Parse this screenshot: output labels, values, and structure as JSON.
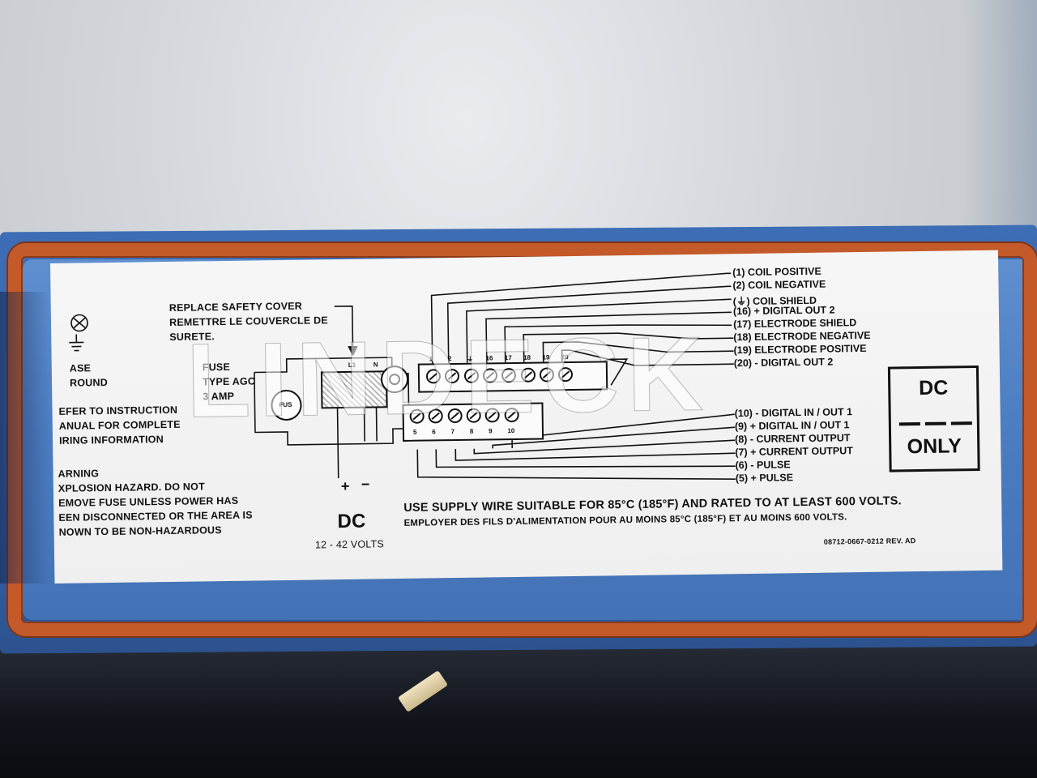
{
  "left_text": {
    "chassis_line1": "ASE",
    "chassis_line2": "ROUND",
    "refer_line1": "EFER TO INSTRUCTION",
    "refer_line2": "ANUAL FOR COMPLETE",
    "refer_line3": "IRING INFORMATION",
    "warning_line1": "ARNING",
    "warning_line2": "XPLOSION HAZARD.  DO NOT",
    "warning_line3": "EMOVE FUSE UNLESS POWER HAS",
    "warning_line4": "EEN DISCONNECTED OR THE AREA IS",
    "warning_line5": "NOWN TO BE NON-HAZARDOUS"
  },
  "safety_cover": {
    "line1": "REPLACE SAFETY COVER",
    "line2": "REMETTRE LE COUVERCLE DE",
    "line3": "SURETE."
  },
  "fuse": {
    "line1": "FUSE",
    "line2": "TYPE AGC",
    "line3": "3 AMP",
    "symbol_label": "FUS"
  },
  "power_terminal": {
    "l1_label": "L1",
    "n_label": "N",
    "plus": "+",
    "minus": "−",
    "dc_label": "DC",
    "voltage": "12 - 42 VOLTS"
  },
  "top_terminals": [
    "1",
    "2",
    "⏚",
    "16",
    "17",
    "18",
    "19",
    "20"
  ],
  "bottom_terminals": [
    "5",
    "6",
    "7",
    "8",
    "9",
    "10"
  ],
  "legend_top": [
    "(1)  COIL POSITIVE",
    "(2)  COIL NEGATIVE",
    "(⏚)  COIL SHIELD",
    "(16)  + DIGITAL OUT 2",
    "(17)  ELECTRODE SHIELD",
    "(18)  ELECTRODE NEGATIVE",
    "(19)  ELECTRODE POSITIVE",
    "(20)  - DIGITAL OUT 2"
  ],
  "legend_bottom": [
    "(10)  - DIGITAL IN / OUT 1",
    "(9)  + DIGITAL IN / OUT 1",
    "(8)  - CURRENT OUTPUT",
    "(7)  + CURRENT OUTPUT",
    "(6)  - PULSE",
    "(5)  + PULSE"
  ],
  "dc_only": {
    "top": "DC",
    "bottom": "ONLY"
  },
  "supply_wire": {
    "english": "USE SUPPLY WIRE SUITABLE FOR 85°C (185°F) AND RATED TO AT LEAST 600 VOLTS.",
    "french": "EMPLOYER DES FILS D'ALIMENTATION POUR AU MOINS 85°C (185°F) ET AU MOINS 600 VOLTS."
  },
  "part_number": "08712-0667-0212 REV. AD",
  "watermark": "LINDECK"
}
